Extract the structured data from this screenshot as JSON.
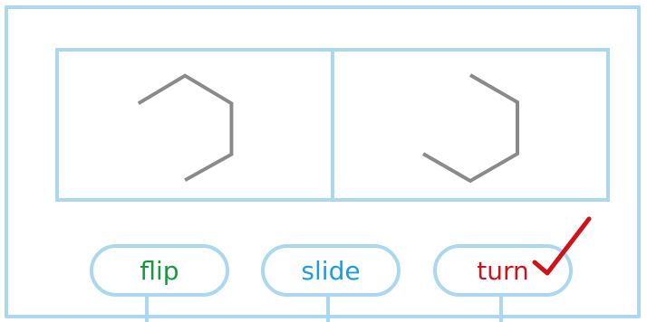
{
  "options": [
    {
      "label": "flip",
      "color": "#149a3c"
    },
    {
      "label": "slide",
      "color": "#1d9be0"
    },
    {
      "label": "turn",
      "color": "#d0121b"
    }
  ],
  "selected_option": "turn",
  "check_color": "#d0121b",
  "shape_color": "#8a8a8a",
  "border_color": "#a9d8f0"
}
